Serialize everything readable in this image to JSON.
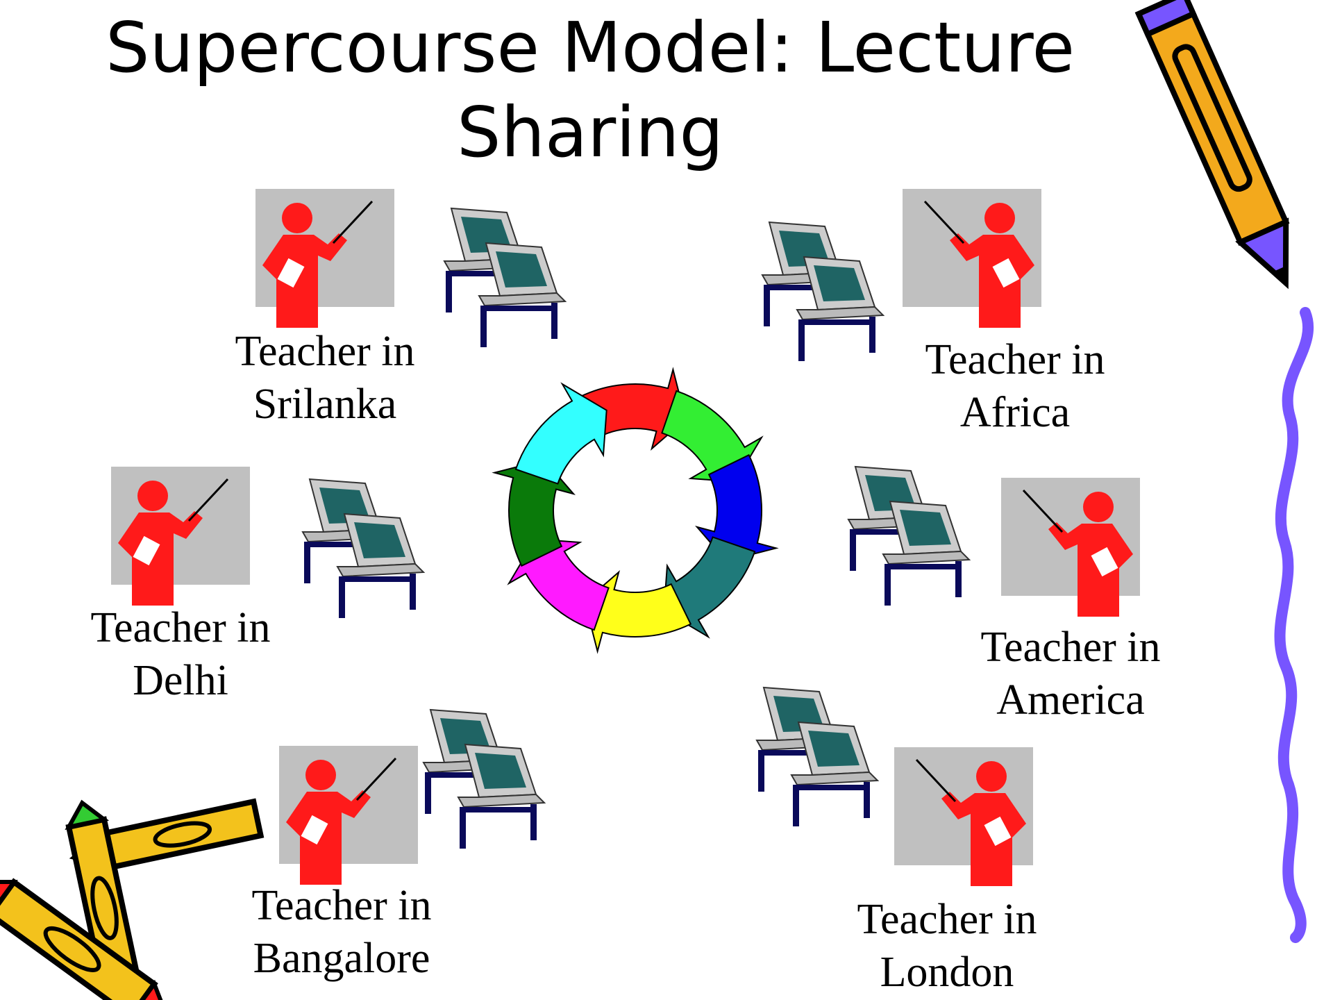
{
  "slide": {
    "title_line1": "Supercourse Model: Lecture",
    "title_line2": "Sharing"
  },
  "teachers": [
    {
      "id": "srilanka",
      "line1": "Teacher in",
      "line2": "Srilanka"
    },
    {
      "id": "africa",
      "line1": "Teacher in",
      "line2": "Africa"
    },
    {
      "id": "delhi",
      "line1": "Teacher in",
      "line2": "Delhi"
    },
    {
      "id": "america",
      "line1": "Teacher in",
      "line2": "America"
    },
    {
      "id": "bangalore",
      "line1": "Teacher in",
      "line2": "Bangalore"
    },
    {
      "id": "london",
      "line1": "Teacher in",
      "line2": "London"
    }
  ],
  "cycle_arrows": [
    {
      "color": "#ff1a1a",
      "name": "red-arrow"
    },
    {
      "color": "#33ee33",
      "name": "green-arrow"
    },
    {
      "color": "#0000ee",
      "name": "blue-arrow"
    },
    {
      "color": "#1f7a7a",
      "name": "teal-arrow"
    },
    {
      "color": "#ffff1a",
      "name": "yellow-arrow"
    },
    {
      "color": "#ff1aff",
      "name": "magenta-arrow"
    },
    {
      "color": "#0a7a0a",
      "name": "dark-green-arrow"
    },
    {
      "color": "#33ffff",
      "name": "cyan-arrow"
    }
  ],
  "colors": {
    "teacher_figure": "#ff1a1a",
    "teacher_board": "#c0c0c0",
    "computer_body": "#cccccc",
    "computer_screen": "#1f6464",
    "computer_desk": "#0a0a5a",
    "squiggle": "#7755ff"
  },
  "icons": [
    "pencil-icon",
    "crayons-icon",
    "squiggle-decoration",
    "teacher-icon",
    "computer-icon"
  ]
}
